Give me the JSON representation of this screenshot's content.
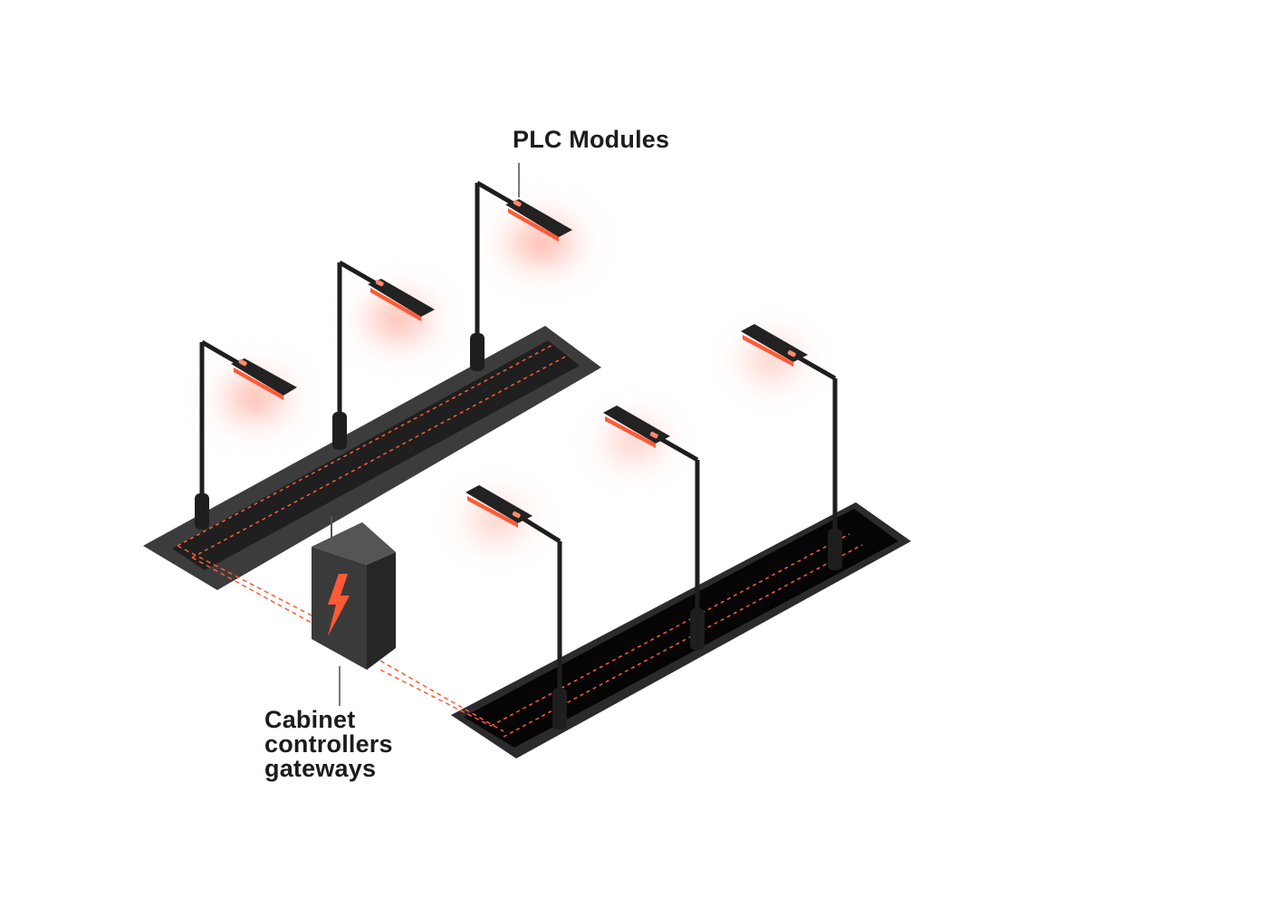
{
  "labels": {
    "plc_modules": "PLC Modules",
    "cabinet_lines": [
      "Cabinet",
      "controllers",
      "gateways"
    ]
  },
  "colors": {
    "accent": "#ff5a36",
    "glow": "#ff3b1f",
    "pole": "#1e1e1e",
    "strip_dark": "#111111",
    "strip_mid": "#2f2f2f",
    "strip_light": "#3c3c3c",
    "cabinet_front": "#3a3a3a",
    "cabinet_side": "#262626",
    "cabinet_top": "#555555",
    "text": "#1c1c1c"
  },
  "icons": {
    "cabinet_symbol": "lightning-bolt-icon"
  }
}
